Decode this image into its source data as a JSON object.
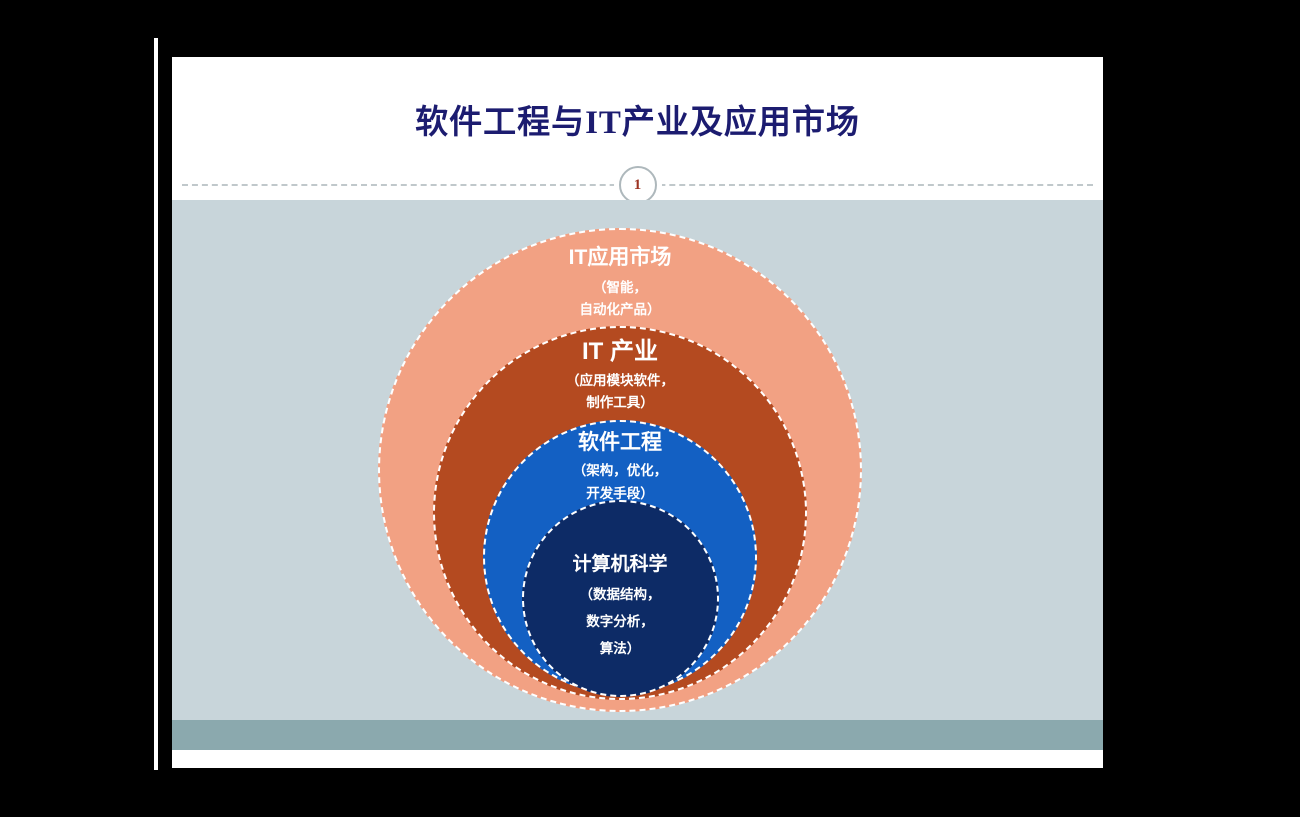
{
  "slide": {
    "title": "软件工程与IT产业及应用市场",
    "divider_badge": "1"
  },
  "diagram": {
    "rings": [
      {
        "label": "IT应用市场",
        "sub_lines": [
          "（智能，",
          "自动化产品）"
        ],
        "color": "#f2a183"
      },
      {
        "label": "IT 产业",
        "sub_lines": [
          "（应用模块软件，",
          "制作工具）"
        ],
        "color": "#b44a20"
      },
      {
        "label": "软件工程",
        "sub_lines": [
          "（架构，优化，",
          "开发手段）"
        ],
        "color": "#1360c3"
      },
      {
        "label": "计算机科学",
        "sub_lines": [
          "（数据结构，",
          "数字分析，",
          "算法）"
        ],
        "color": "#0d2b66"
      }
    ]
  },
  "colors": {
    "page_background": "#000000",
    "slide_background": "#ffffff",
    "title_text": "#1c1c70",
    "content_panel": "#c8d5da",
    "bottom_strip": "#8ba9ae",
    "badge_text": "#9c3322",
    "circle_border": "#ffffff"
  }
}
